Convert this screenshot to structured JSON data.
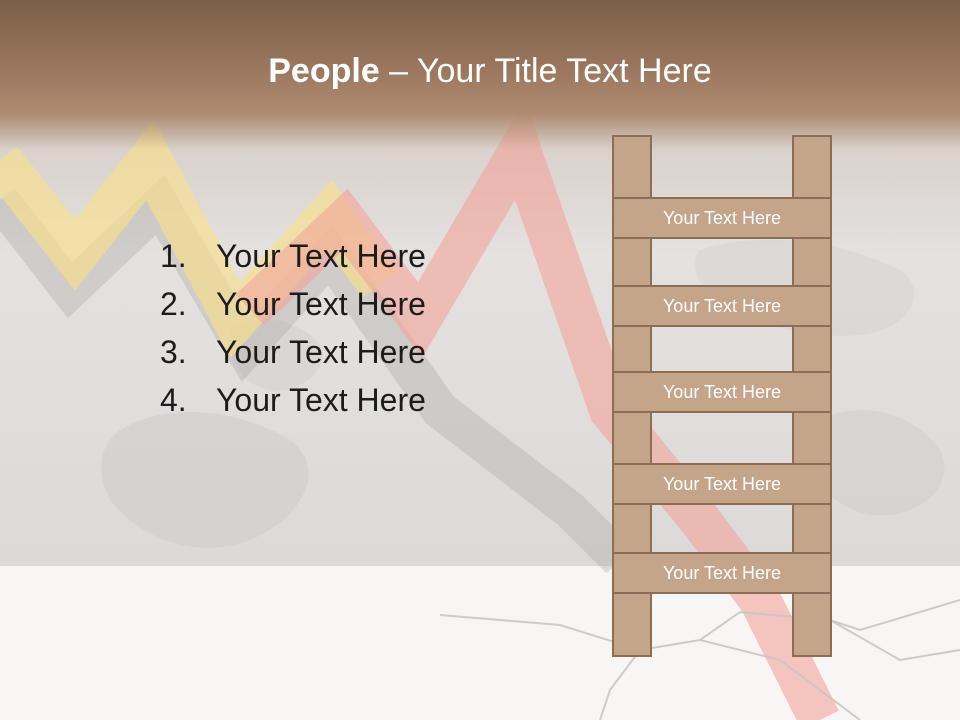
{
  "title": {
    "bold": "People",
    "rest": " – Your Title Text Here"
  },
  "list": {
    "items": [
      {
        "number": "1.",
        "text": "Your Text Here"
      },
      {
        "number": "2.",
        "text": "Your Text Here"
      },
      {
        "number": "3.",
        "text": "Your Text Here"
      },
      {
        "number": "4.",
        "text": "Your Text Here"
      }
    ]
  },
  "ladder": {
    "rungs": [
      {
        "label": "Your Text Here"
      },
      {
        "label": "Your Text Here"
      },
      {
        "label": "Your Text Here"
      },
      {
        "label": "Your Text Here"
      },
      {
        "label": "Your Text Here"
      }
    ]
  },
  "colors": {
    "header_brown": "#96735a",
    "ladder_fill": "#c5a58a",
    "ladder_border": "#8c6e57",
    "arrow_red": "#f2a49a",
    "arrow_yellow": "#f7e08a"
  }
}
